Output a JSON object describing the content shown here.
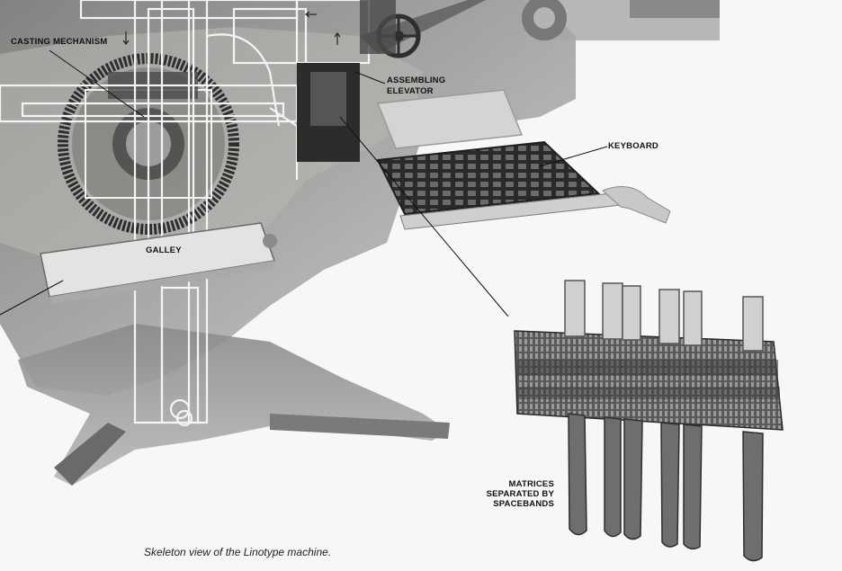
{
  "labels": {
    "casting_mechanism": "CASTING MECHANISM",
    "assembling_elevator_line1": "ASSEMBLING",
    "assembling_elevator_line2": "ELEVATOR",
    "keyboard": "KEYBOARD",
    "galley": "GALLEY",
    "matrices_line1": "MATRICES",
    "matrices_line2": "SEPARATED BY",
    "matrices_line3": "SPACEBANDS"
  },
  "caption": "Skeleton view of the Linotype machine.",
  "colors": {
    "background": "#f7f7f6",
    "machine_dark": "#3a3a3a",
    "machine_mid": "#8c8c8c",
    "machine_light": "#d4d4d2",
    "outline_white": "#f2f2f2"
  }
}
